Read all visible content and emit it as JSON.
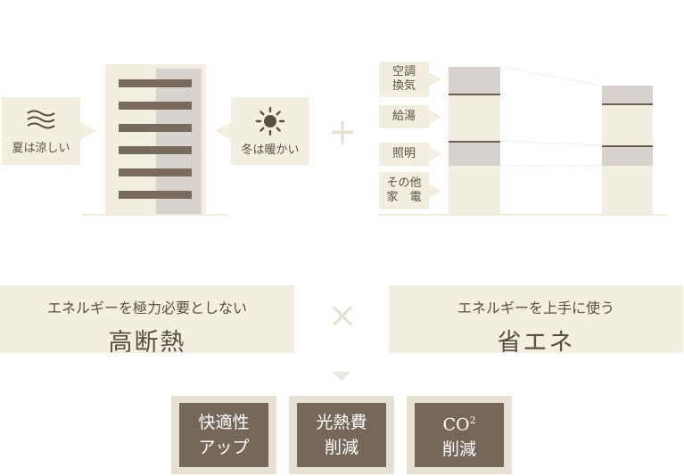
{
  "left": {
    "cool_label": "夏は涼しい",
    "warm_label": "冬は暖かい",
    "cool_icon": "wind-wave-icon",
    "warm_icon": "sun-icon"
  },
  "plus_sign": "+",
  "right": {
    "categories": [
      {
        "lines": [
          "空調",
          "換気"
        ]
      },
      {
        "lines": [
          "給湯"
        ]
      },
      {
        "lines": [
          "照明"
        ]
      },
      {
        "lines": [
          "その他",
          "家　電"
        ]
      }
    ]
  },
  "panels": {
    "left_sub": "エネルギーを極力必要としない",
    "left_main": "高断熱",
    "times_sign": "×",
    "right_sub": "エネルギーを上手に使う",
    "right_main": "省エネ"
  },
  "results": [
    {
      "line1": "快適性",
      "line2": "アップ"
    },
    {
      "line1": "光熱費",
      "line2": "削減"
    },
    {
      "line1": "CO",
      "sup": "2",
      "line2": "削減"
    }
  ],
  "colors": {
    "cream": "#f2efe0",
    "bar_brown": "#786a5d",
    "tile_brown": "#766759",
    "segment_gray": "#d8d2cf"
  }
}
